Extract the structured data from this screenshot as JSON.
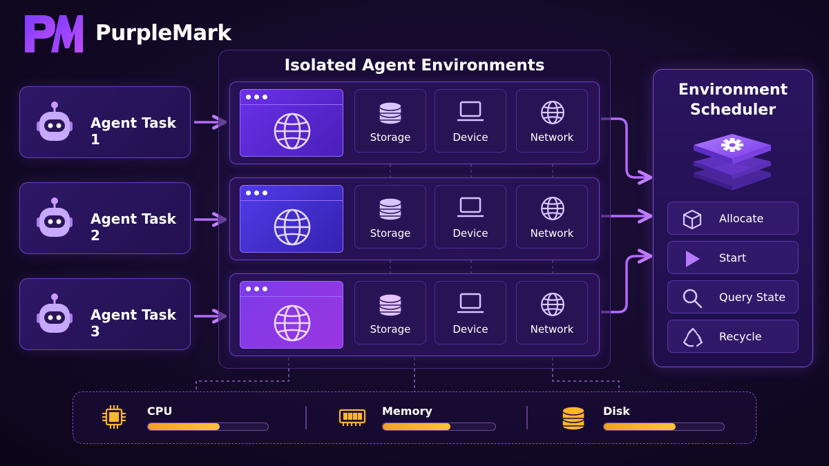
{
  "brand": {
    "name": "PurpleMark"
  },
  "agents": [
    {
      "label": "Agent Task 1"
    },
    {
      "label": "Agent Task 2"
    },
    {
      "label": "Agent Task 3"
    }
  ],
  "environments": {
    "title": "Isolated Agent Environments",
    "rows": [
      {
        "resources": [
          "Storage",
          "Device",
          "Network"
        ]
      },
      {
        "resources": [
          "Storage",
          "Device",
          "Network"
        ]
      },
      {
        "resources": [
          "Storage",
          "Device",
          "Network"
        ]
      }
    ]
  },
  "scheduler": {
    "title_line1": "Environment",
    "title_line2": "Scheduler",
    "actions": [
      {
        "label": "Allocate",
        "icon": "cube-icon"
      },
      {
        "label": "Start",
        "icon": "play-icon"
      },
      {
        "label": "Query State",
        "icon": "search-icon"
      },
      {
        "label": "Recycle",
        "icon": "recycle-icon"
      }
    ]
  },
  "resources": [
    {
      "label": "CPU",
      "icon": "cpu-chip-icon",
      "level": 0.6
    },
    {
      "label": "Memory",
      "icon": "memory-icon",
      "level": 0.6
    },
    {
      "label": "Disk",
      "icon": "database-icon",
      "level": 0.6
    }
  ],
  "colors": {
    "accent": "#9b6bff",
    "arrow": "#b46bff",
    "gauge": "#ffb52e"
  }
}
